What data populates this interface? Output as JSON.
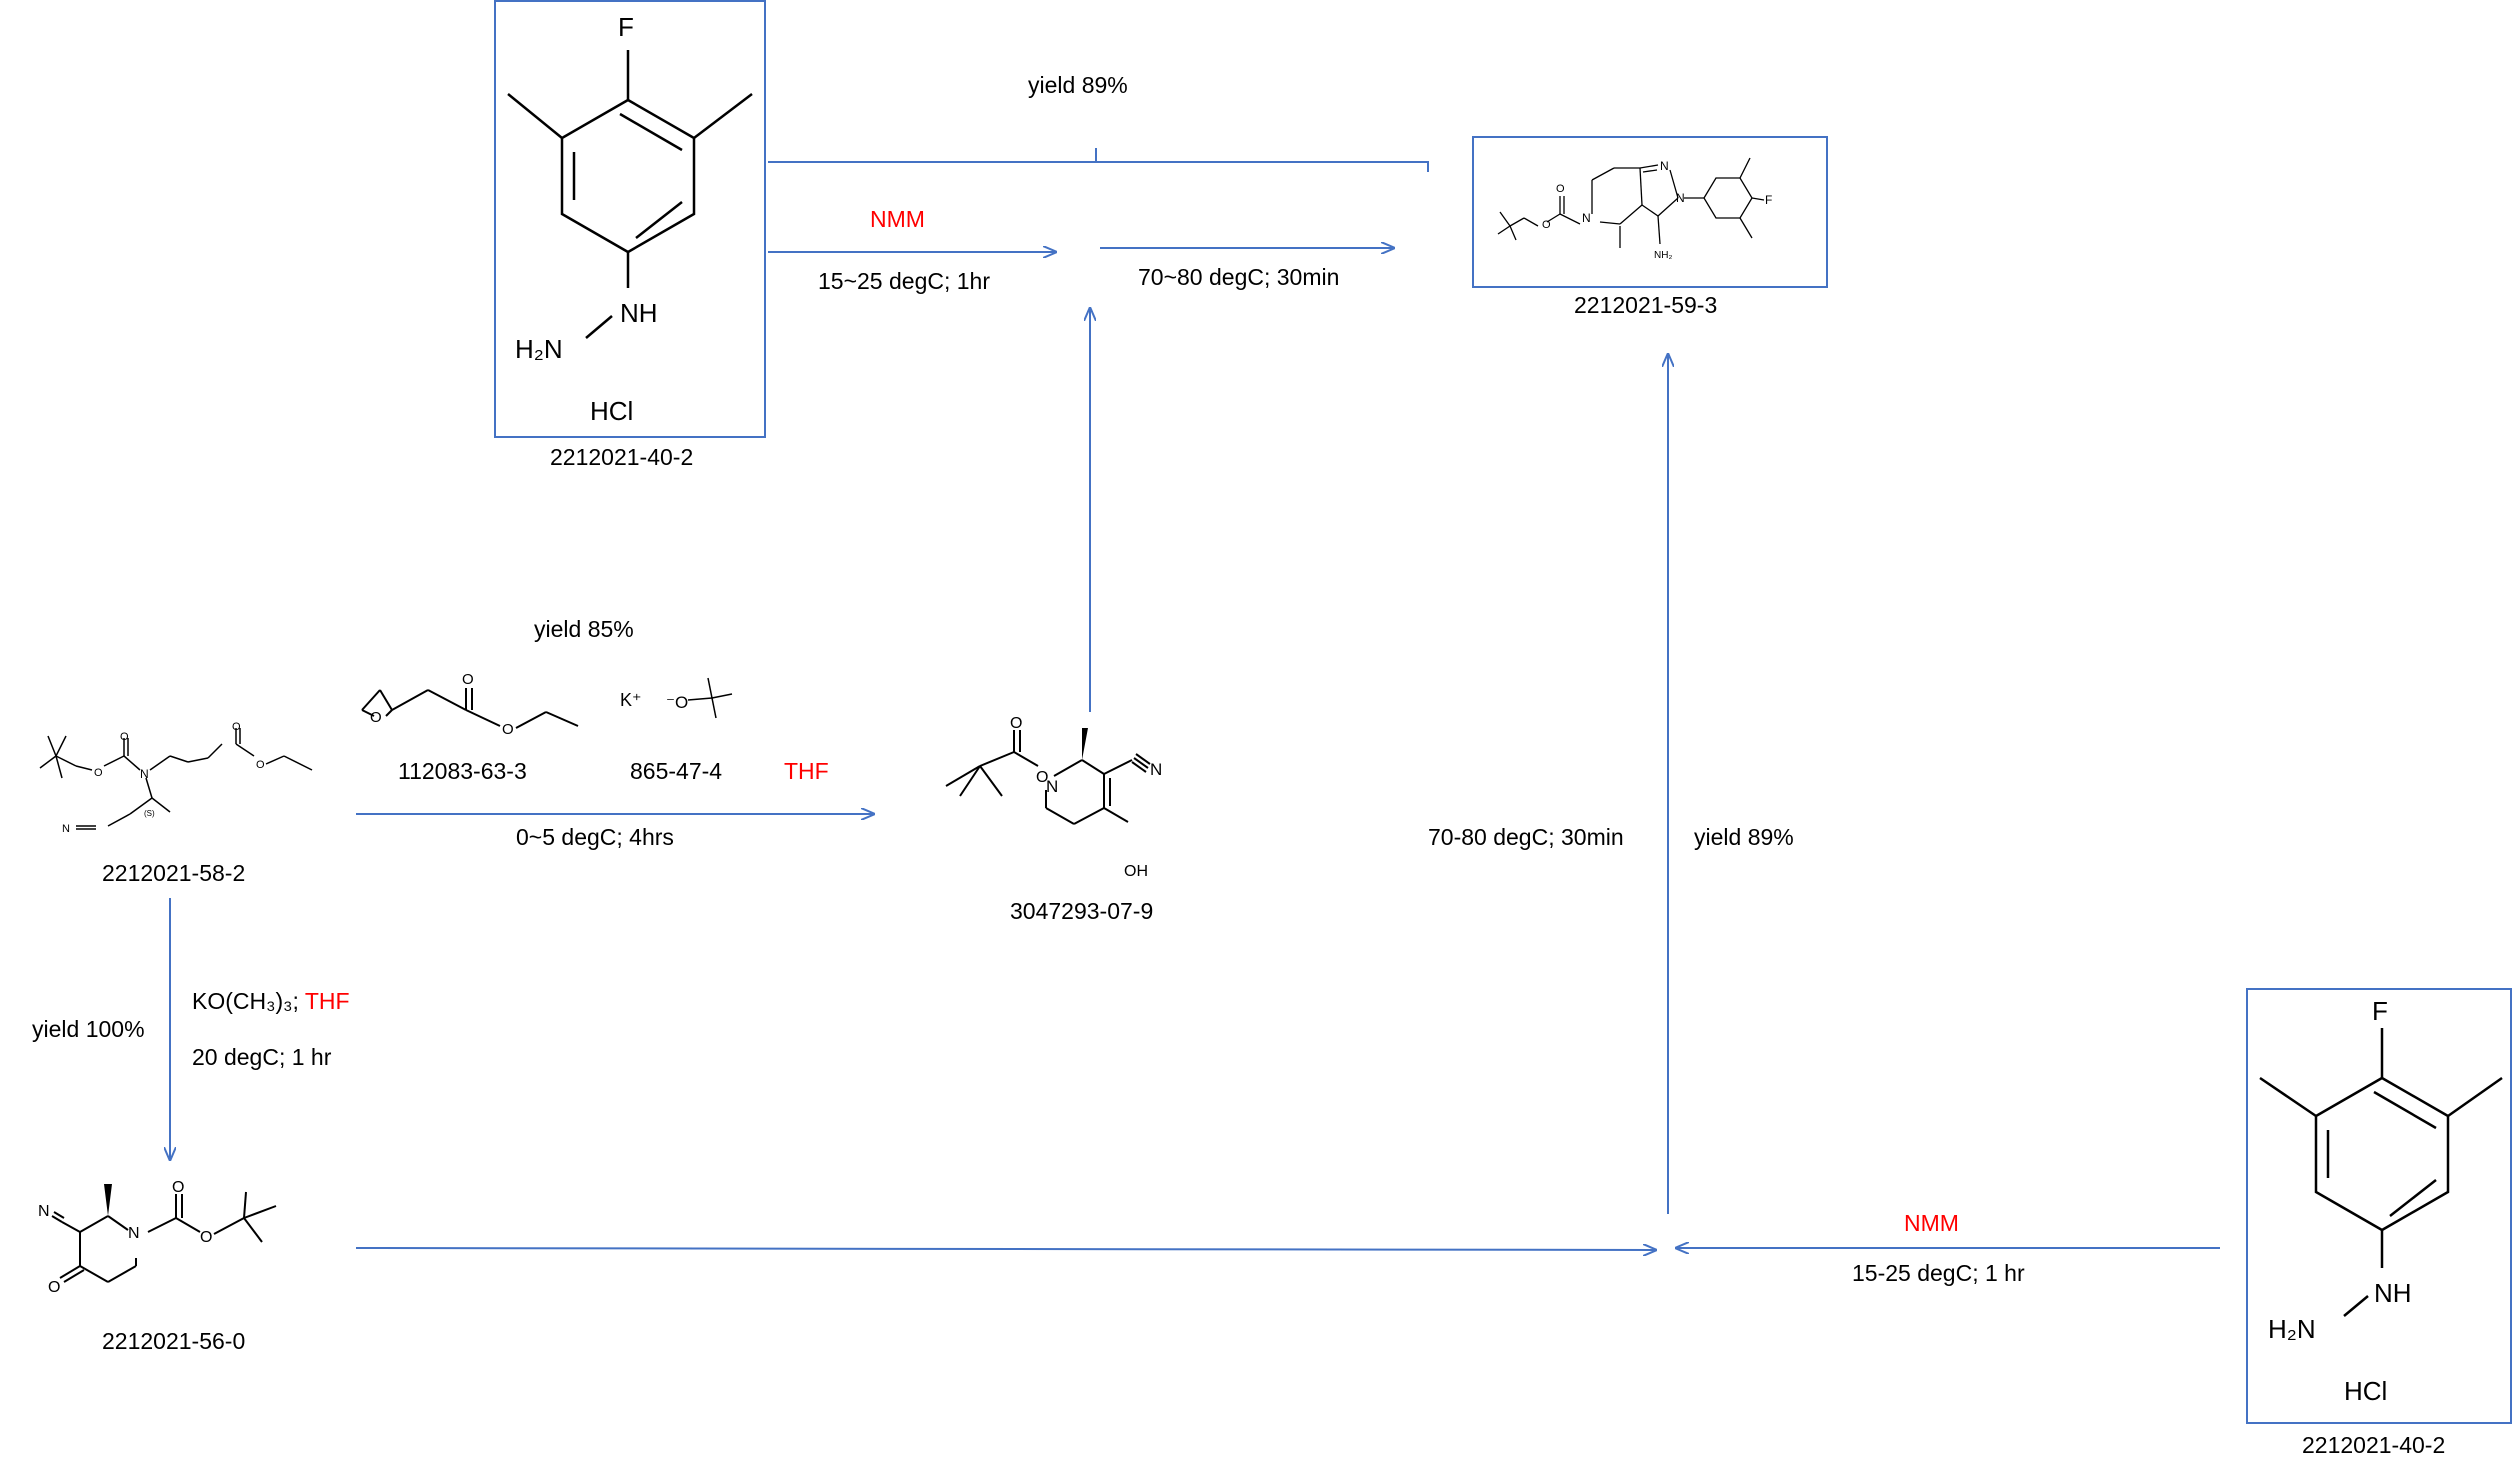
{
  "compounds": {
    "top_hydrazine": {
      "cas": "2212021-40-2",
      "atom_f": "F",
      "atom_nh": "NH",
      "atom_h2n": "H₂N",
      "salt": "HCl"
    },
    "product": {
      "cas": "2212021-59-3",
      "atom_o1": "O",
      "atom_o2": "O",
      "atom_n1": "N",
      "atom_n2": "N",
      "atom_n3": "N",
      "atom_f": "F",
      "atom_nh2": "NH₂"
    },
    "start": {
      "cas": "2212021-58-2",
      "atom_o1": "O",
      "atom_o2": "O",
      "atom_o3": "O",
      "atom_o4": "O",
      "atom_n": "N",
      "atom_nc": "N",
      "atom_stereo": "(S)"
    },
    "epoxide": {
      "cas": "112083-63-3",
      "atom_o1": "O",
      "atom_o2": "O",
      "atom_o3": "O"
    },
    "base": {
      "cas": "865-47-4",
      "k_plus": "K⁺",
      "o_minus": "⁻O"
    },
    "intermediate": {
      "cas": "3047293-07-9",
      "atom_o1": "O",
      "atom_o2": "O",
      "atom_n": "N",
      "atom_cn": "N",
      "atom_oh": "OH"
    },
    "ketone": {
      "cas": "2212021-56-0",
      "atom_n": "N",
      "atom_cn": "N",
      "atom_o1": "O",
      "atom_o2": "O",
      "atom_o3": "O"
    },
    "bottom_hydrazine": {
      "cas": "2212021-40-2",
      "atom_f": "F",
      "atom_nh": "NH",
      "atom_h2n": "H₂N",
      "salt": "HCl"
    }
  },
  "conditions": {
    "top_yield": "yield 89%",
    "top_reagent": "NMM",
    "top_step1": "15~25 degC; 1hr",
    "top_step2": "70~80 degC; 30min",
    "mid_yield": "yield 85%",
    "mid_solvent": "THF",
    "mid_step": "0~5 degC; 4hrs",
    "left_yield": "yield 100%",
    "left_reagent": "KO(CH₃)₃; ",
    "left_solvent": "THF",
    "left_step": "20 degC; 1 hr",
    "right_step": "70-80 degC; 30min",
    "right_yield": "yield 89%",
    "bottom_reagent": "NMM",
    "bottom_step": "15-25 degC; 1 hr"
  },
  "colors": {
    "arrow": "#4472c4",
    "box": "#4472c4",
    "highlight": "#ff0000",
    "text": "#000000"
  }
}
